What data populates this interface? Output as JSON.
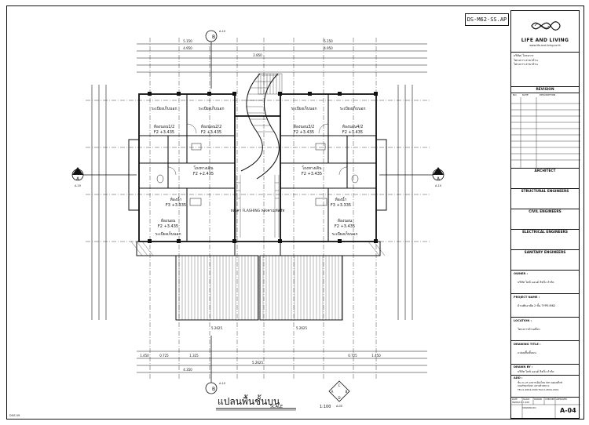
{
  "sheet_code": "DS-M62-SS.AP",
  "company": {
    "name": "LIFE AND LIVING",
    "tagline": "www.life-and-living.co.th"
  },
  "title_block": {
    "owner_info": [
      "บริษัท/ โครงการ",
      "โครงการ สาขาบ้าน",
      "โครงการ สาขาบ้าน"
    ],
    "revision_header": "REVISION",
    "revision_cols": [
      "NO",
      "DATE",
      "DESCRIPTION"
    ],
    "architect": "ARCHITECT",
    "structural": "STRUCTURAL ENGINEERS",
    "civil": "CIVIL ENGINEERS",
    "electrical": "ELECTRICAL ENGINEERS",
    "sanitary": "SANITARY ENGINEERS",
    "owner_label": "OWNER :",
    "owner_value": "บริษัท ไลฟ์ แอนด์ ลิฟวิ่ง จำกัด",
    "project_label": "PROJECT NAME :",
    "project_value": "บ้านพักอาศัย 2 ชั้น TYPE:M62",
    "location_label": "LOCATION :",
    "location_value": "โครงการบ้านเดี่ยว",
    "drawing_title_label": "DRAWING TITLE :",
    "drawing_title_value": "แปลนพื้นชั้นบน",
    "drawn_by_label": "DRAWN BY :",
    "drawn_by_value": "บริษัท ไลฟ์ แอนด์ ลิฟวิ่ง จำกัด",
    "add_label": "ADD :",
    "add_lines": [
      "ชั้น 21-25 อาคารเมืองไทย ภัทร คอมเพล็กซ์",
      "ถนนรัชดาภิเษก แขวงห้วยขวาง",
      "TEL.0-2694-2000 FAX.0-2694-2001"
    ],
    "footer_cols": [
      "DATE",
      "SCALE",
      "DRAWN",
      "CHECKED",
      "APPROVED",
      "DRAWING NO."
    ],
    "footer_vals": [
      "06/06/13",
      "1:100",
      "",
      "",
      "",
      ""
    ],
    "sheet_no": "A-04"
  },
  "plan": {
    "title": "แปลนพื้นชั้นบน",
    "scale_label": "SCALE",
    "scale_value": "1:100",
    "rooms": [
      {
        "name": "ห้องนอน1/2",
        "level": "F2 +3.435"
      },
      {
        "name": "ห้องนอน2/2",
        "level": "F2 +3.435"
      },
      {
        "name": "ห้องนอน3/2",
        "level": "F2 +3.435"
      },
      {
        "name": "ห้องนอน4/2",
        "level": "F2 +3.435"
      },
      {
        "name": "ห้องนอน",
        "level": "F2 +3.435"
      },
      {
        "name": "ห้องนอน",
        "level": "F2 +3.435"
      },
      {
        "name": "โถงทางเดิน",
        "level": "F2 +2.435"
      },
      {
        "name": "โถงทางเดิน",
        "level": "F2 +3.435"
      },
      {
        "name": "ห้องน้ำ",
        "level": "F3 +3.335"
      },
      {
        "name": "ห้องน้ำ",
        "level": "F3 +3.335"
      }
    ],
    "balcony": "ระเบียงเก็บนอก",
    "roof_note": "หลังคา FLASHING หลังคาเมทัลชีท",
    "dims_top": [
      "5.150",
      "4.950",
      "2.850",
      "5.150",
      "4.950"
    ],
    "dims_bottom": [
      "1.450",
      "0.725",
      "1.325",
      "4.350",
      "5.2625",
      "0.725",
      "1.450"
    ],
    "dims_mid": [
      "5.2625",
      "5.2625"
    ],
    "section_markers": [
      "A",
      "A",
      "B",
      "B"
    ],
    "sheet_refs": [
      "A-10",
      "A-10",
      "A-10",
      "A-10"
    ],
    "grid_marks": [
      "C",
      "A",
      "B",
      "D"
    ],
    "grid_ref": "A-05",
    "corner_note": "DGS 09"
  }
}
